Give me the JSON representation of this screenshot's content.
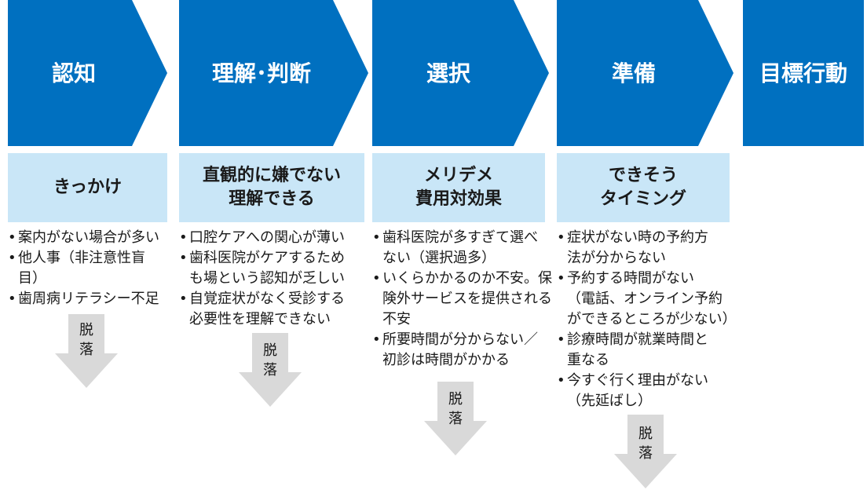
{
  "colors": {
    "stage_fill": "#0070c0",
    "sub_fill": "#c9e6f7",
    "dropout_arrow": "#d9d9d9",
    "text": "#1a1a1a"
  },
  "stages": [
    {
      "title": "認知",
      "subheading": "きっかけ",
      "items": [
        "案内がない場合が多い",
        "他人事（非注意性盲\n目）",
        "歯周病リテラシー不足"
      ],
      "dropout": "脱\n落"
    },
    {
      "title": "理解･判断",
      "subheading": "直観的に嫌でない\n理解できる",
      "items": [
        "口腔ケアへの関心が薄い",
        "歯科医院がケアするため\nも場という認知が乏しい",
        "自覚症状がなく受診する\n必要性を理解できない"
      ],
      "dropout": "脱\n落"
    },
    {
      "title": "選択",
      "subheading": "メリデメ\n費用対効果",
      "items": [
        "歯科医院が多すぎて選べ\nない（選択過多）",
        "いくらかかるのか不安。保\n険外サービスを提供される\n不安",
        "所要時間が分からない／\n初診は時間がかかる"
      ],
      "dropout": "脱\n落"
    },
    {
      "title": "準備",
      "subheading": "できそう\nタイミング",
      "items": [
        "症状がない時の予約方\n法が分からない",
        "予約する時間がない\n（電話、オンライン予約\nができるところが少ない）",
        "診療時間が就業時間と\n重なる",
        "今すぐ行く理由がない\n（先延ばし）"
      ],
      "dropout": "脱\n落"
    },
    {
      "title": "目標行動"
    }
  ]
}
